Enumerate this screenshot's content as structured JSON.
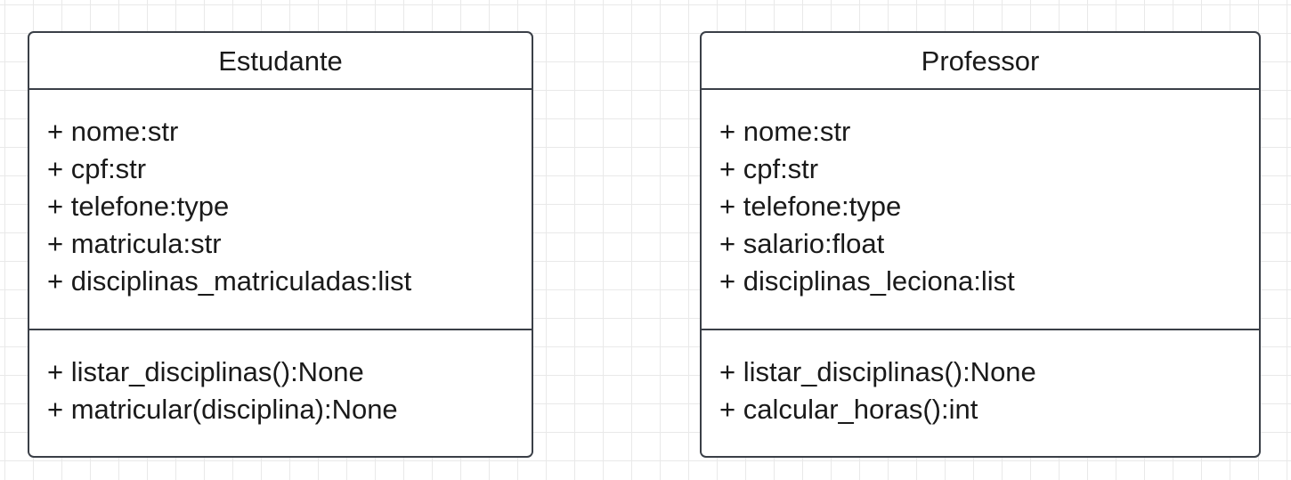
{
  "classes": [
    {
      "name": "Estudante",
      "attributes": [
        "+ nome:str",
        "+ cpf:str",
        "+ telefone:type",
        "+ matricula:str",
        "+ disciplinas_matriculadas:list"
      ],
      "methods": [
        "+ listar_disciplinas():None",
        "+ matricular(disciplina):None"
      ]
    },
    {
      "name": "Professor",
      "attributes": [
        "+ nome:str",
        "+ cpf:str",
        "+ telefone:type",
        "+ salario:float",
        "+ disciplinas_leciona:list"
      ],
      "methods": [
        "+ listar_disciplinas():None",
        "+ calcular_horas():int"
      ]
    }
  ],
  "colors": {
    "border": "#3a3f47",
    "grid": "#e9e9e9",
    "text": "#1a1a1a"
  }
}
